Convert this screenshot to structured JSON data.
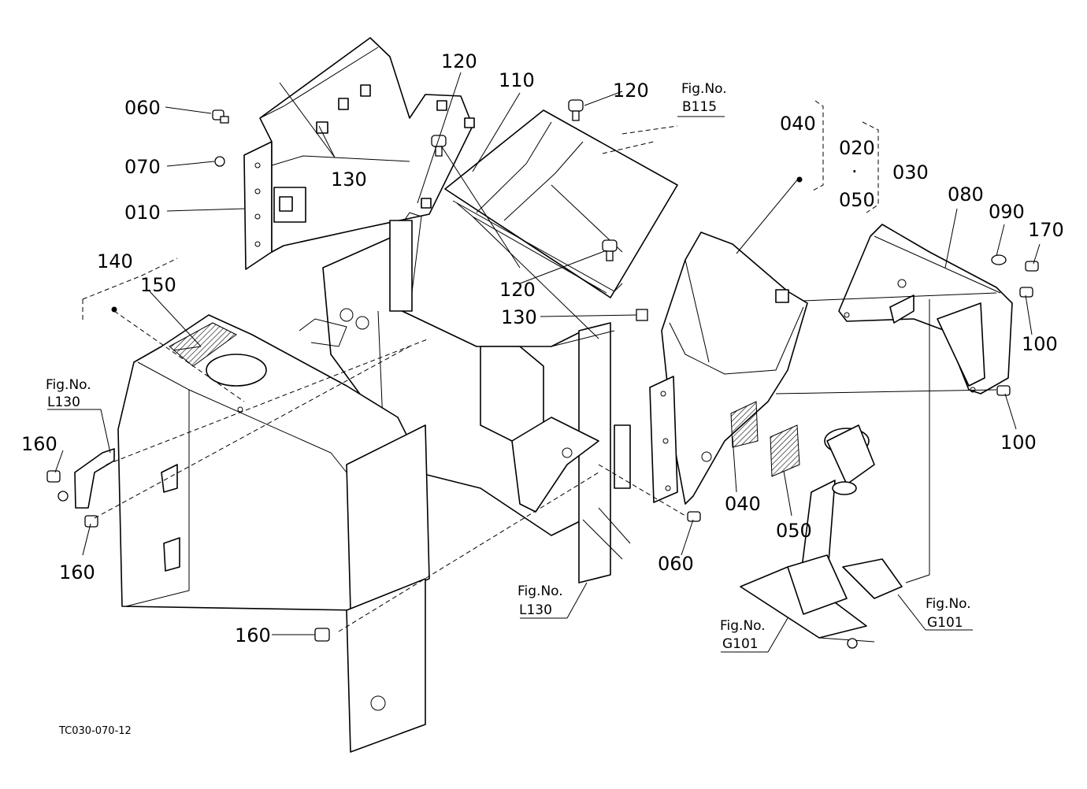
{
  "diagram": {
    "labels": {
      "l010": "010",
      "l020": "020",
      "l030": "030",
      "l040a": "040",
      "l040b": "040",
      "l050a": "050",
      "l050b": "050",
      "l060a": "060",
      "l060b": "060",
      "l070": "070",
      "l080": "080",
      "l090": "090",
      "l100a": "100",
      "l100b": "100",
      "l110": "110",
      "l120a": "120",
      "l120b": "120",
      "l120c": "120",
      "l130a": "130",
      "l130b": "130",
      "l140": "140",
      "l150": "150",
      "l160a": "160",
      "l160b": "160",
      "l160c": "160",
      "l170": "170"
    },
    "separator": "·",
    "fig_refs": {
      "b115": {
        "title": "Fig.No.",
        "code": "B115"
      },
      "l130_left": {
        "title": "Fig.No.",
        "code": "L130"
      },
      "l130_mid": {
        "title": "Fig.No.",
        "code": "L130"
      },
      "g101_mid": {
        "title": "Fig.No.",
        "code": "G101"
      },
      "g101_right": {
        "title": "Fig.No.",
        "code": "G101"
      }
    },
    "drawing_code": "TC030-070-12"
  }
}
